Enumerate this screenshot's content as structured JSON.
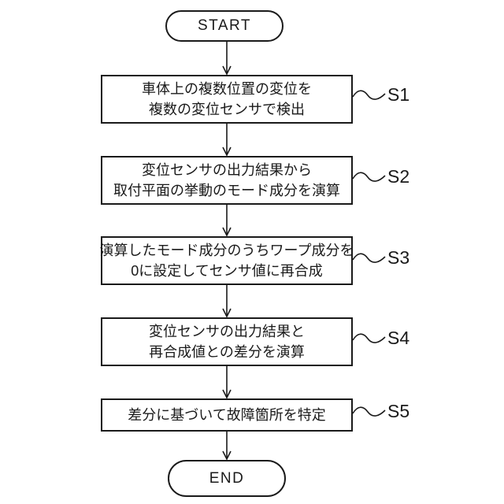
{
  "figure": {
    "type": "flowchart",
    "background_color": "#ffffff",
    "line_color": "#1a1a1a",
    "start_label": "START",
    "end_label": "END",
    "steps": [
      {
        "id": "S1",
        "lines": [
          "車体上の複数位置の変位を",
          "複数の変位センサで検出"
        ]
      },
      {
        "id": "S2",
        "lines": [
          "変位センサの出力結果から",
          "取付平面の挙動のモード成分を演算"
        ]
      },
      {
        "id": "S3",
        "lines": [
          "演算したモード成分のうちワープ成分を",
          "0に設定してセンサ値に再合成"
        ]
      },
      {
        "id": "S4",
        "lines": [
          "変位センサの出力結果と",
          "再合成値との差分を演算"
        ]
      },
      {
        "id": "S5",
        "lines": [
          "差分に基づいて故障箇所を特定"
        ]
      }
    ]
  }
}
